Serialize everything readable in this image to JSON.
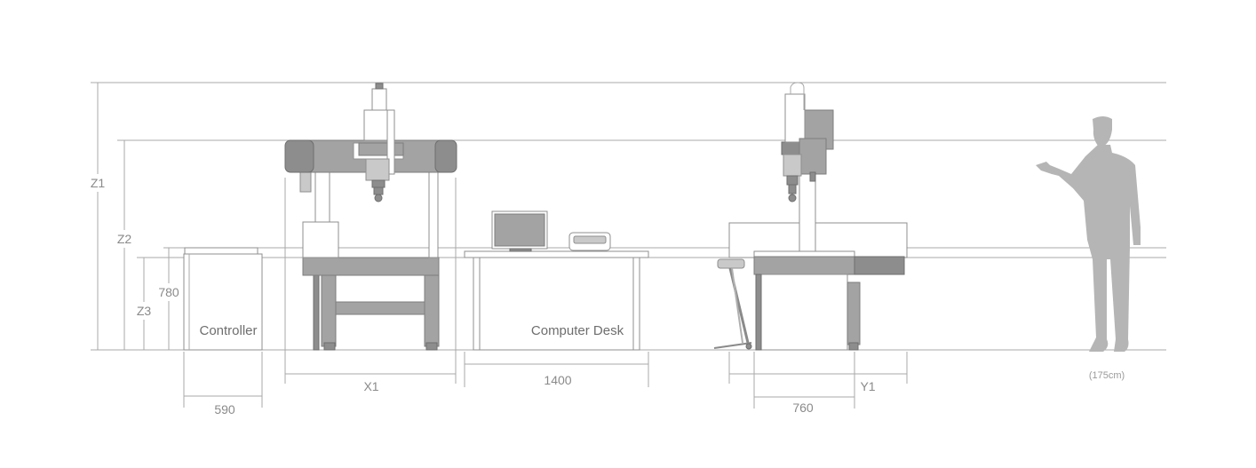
{
  "dimensions": {
    "z1": "Z1",
    "z2": "Z2",
    "z3": "Z3",
    "h780": "780",
    "w590": "590",
    "x1": "X1",
    "w1400": "1400",
    "y1": "Y1",
    "w760": "760"
  },
  "labels": {
    "controller": "Controller",
    "computer_desk": "Computer Desk",
    "person_height": "(175cm)"
  },
  "colors": {
    "machine_gray": "#a3a3a3",
    "dark_gray": "#8d8d8d",
    "line_gray": "#a8a8a8",
    "person_gray": "#b5b5b5"
  }
}
